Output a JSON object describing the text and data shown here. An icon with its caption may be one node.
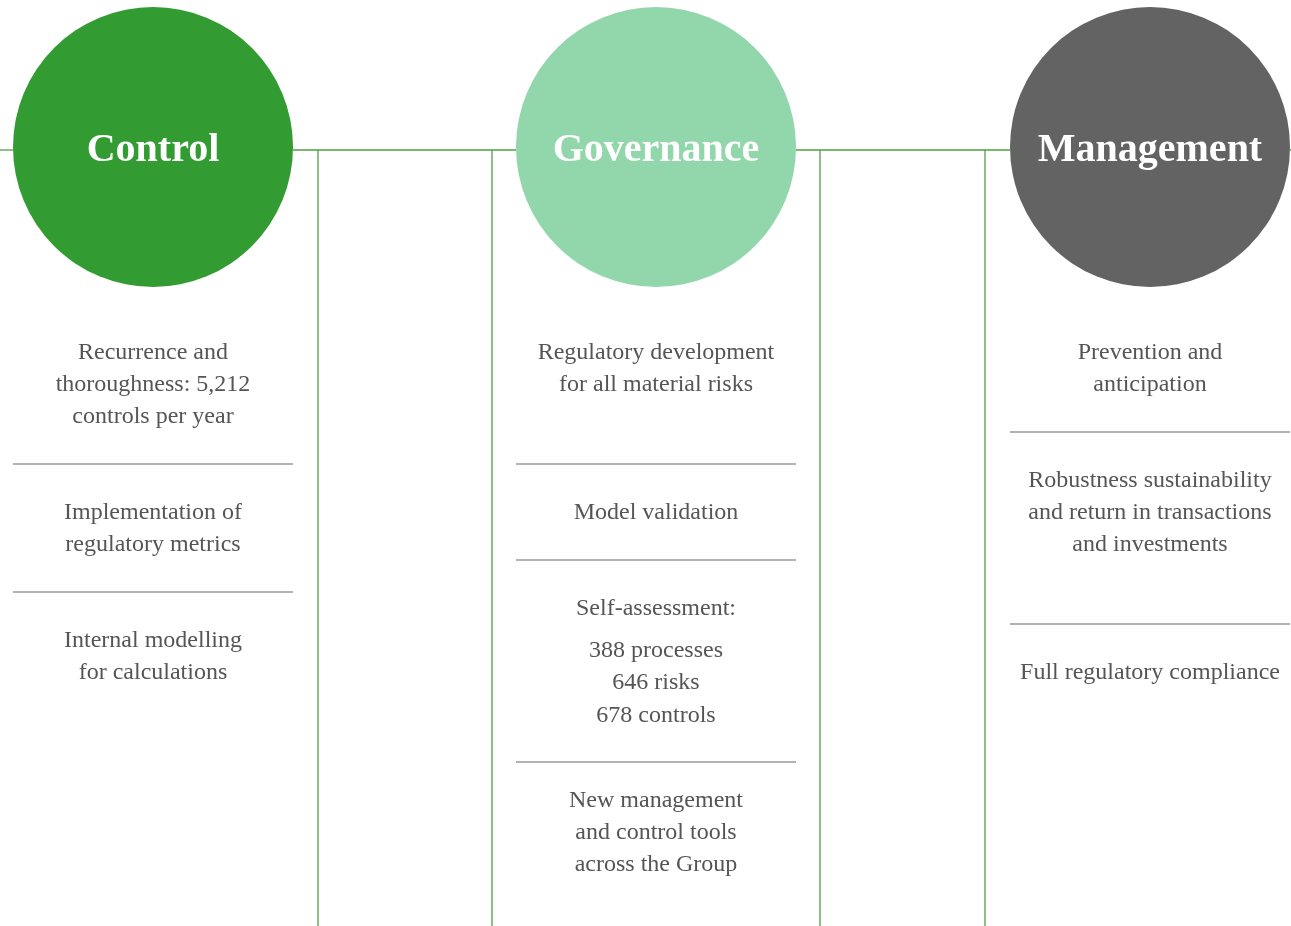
{
  "diagram": {
    "nodes": [
      {
        "text": [
          "Control"
        ]
      },
      {
        "text": [
          "Governance"
        ]
      },
      {
        "text": [
          "Management"
        ]
      }
    ],
    "edges": [
      {
        "from": 0,
        "to": 1,
        "arrow": "none"
      },
      {
        "from": 1,
        "to": 2,
        "arrow": "none"
      }
    ],
    "labels": [
      "Recurrence and thoroughness: 5,212 controls per year",
      "Implementation of regulatory metrics",
      "Internal modelling for calculations",
      "Regulatory development for all material risks",
      "Model validation",
      "Self-assessment:",
      "388 processes",
      "646 risks",
      "678 controls",
      "New management and control tools across the Group",
      "Prevention and anticipation",
      "Robustness sustainability and return in transactions and investments",
      "Full regulatory compliance"
    ]
  }
}
